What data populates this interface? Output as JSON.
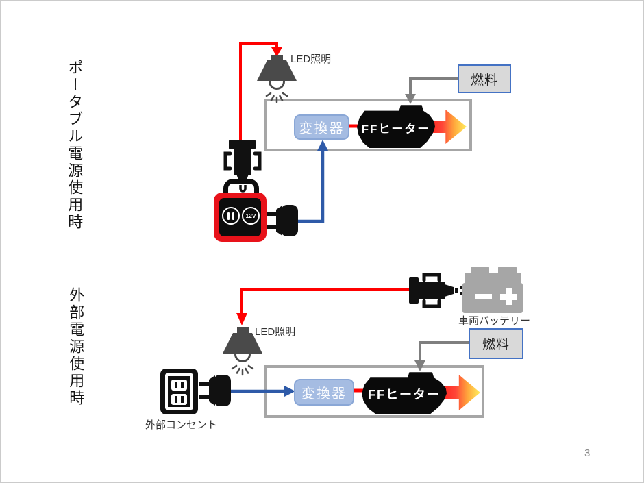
{
  "page": {
    "number": "3"
  },
  "colors": {
    "power_line_red": "#ff0000",
    "power_line_blue": "#2e5aa8",
    "fuel_line_gray": "#7f7f7f",
    "box_border_gray": "#a6a6a6",
    "fuel_box_fill": "#d9d9d9",
    "fuel_box_border": "#4472c4",
    "converter_fill": "#a5bce2",
    "heater_black": "#0a0a0a",
    "station_red": "#e8121a",
    "battery_gray": "#a6a6a6",
    "heat_gradient": [
      "#ff1414",
      "#ffef5f"
    ]
  },
  "top_diagram": {
    "title": "ポータブル電源使用時",
    "led_label": "LED照明",
    "fuel_label": "燃料",
    "converter_label": "変換器",
    "heater_label": "FFヒーター",
    "station_port_label": "12V",
    "icons": [
      "led-lamp-icon",
      "cigarette-plug-icon",
      "portable-power-station-icon",
      "ac-plug-icon"
    ]
  },
  "bottom_diagram": {
    "title": "外部電源使用時",
    "led_label": "LED照明",
    "fuel_label": "燃料",
    "converter_label": "変換器",
    "heater_label": "FFヒーター",
    "battery_label": "車両バッテリー",
    "outlet_label": "外部コンセント",
    "icons": [
      "led-lamp-icon",
      "cigarette-plug-icon",
      "car-battery-icon",
      "wall-outlet-icon",
      "ac-plug-icon"
    ]
  }
}
